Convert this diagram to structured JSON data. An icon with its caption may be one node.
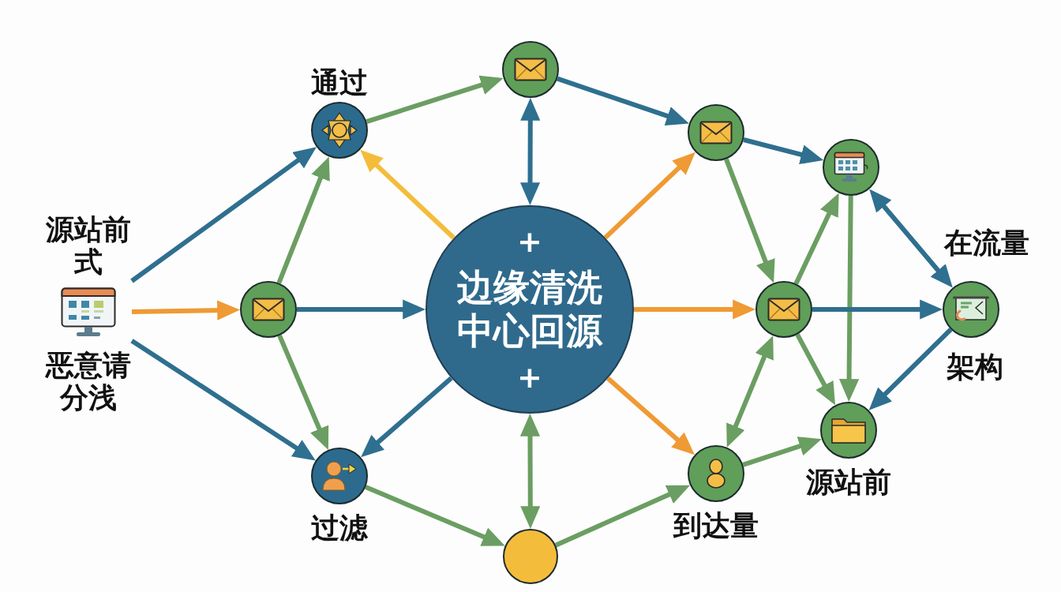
{
  "diagram": {
    "nodes": [
      {
        "text": [
          "通过"
        ]
      },
      {
        "text": [],
        "shape": "circle"
      },
      {
        "text": [],
        "shape": "circle"
      },
      {
        "text": [],
        "shape": "circle"
      },
      {
        "text": [
          "源站前式",
          "恶意请分浅"
        ]
      },
      {
        "text": [
          "在流量",
          "架构"
        ]
      },
      {
        "text": [],
        "shape": "circle"
      },
      {
        "text": [
          "+",
          "边缘清洗中心回源",
          "+"
        ]
      },
      {
        "text": [],
        "shape": "circle"
      },
      {
        "text": [
          "源站前"
        ]
      },
      {
        "text": [
          "到达量"
        ]
      },
      {
        "text": [
          "过滤"
        ]
      },
      {
        "text": [],
        "shape": "circle"
      }
    ],
    "edges": [
      {
        "from": 4,
        "to": 0,
        "arrow": "to",
        "color": "#2f6f8f"
      },
      {
        "from": 4,
        "to": 6,
        "arrow": "to",
        "color": "#ef9a34"
      },
      {
        "from": 4,
        "to": 11,
        "arrow": "to",
        "color": "#2f6f8f"
      },
      {
        "from": 6,
        "to": 0,
        "arrow": "to"
      },
      {
        "from": 6,
        "to": 7,
        "arrow": "to",
        "color": "#2f6f8f"
      },
      {
        "from": 6,
        "to": 11,
        "arrow": "to"
      },
      {
        "from": 7,
        "to": 0,
        "arrow": "to",
        "color": "#f3bd3b"
      },
      {
        "from": 0,
        "to": 1,
        "arrow": "to"
      },
      {
        "from": 1,
        "to": 7,
        "arrow": "both",
        "color": "#2f6f8f"
      },
      {
        "from": 1,
        "to": 2,
        "arrow": "to",
        "color": "#2f6f8f"
      },
      {
        "from": 7,
        "to": 2,
        "arrow": "to",
        "color": "#ef9a34"
      },
      {
        "from": 2,
        "to": 3,
        "arrow": "to",
        "color": "#2f6f8f"
      },
      {
        "from": 2,
        "to": 8,
        "arrow": "to"
      },
      {
        "from": 8,
        "to": 3,
        "arrow": "to"
      },
      {
        "from": 3,
        "to": 9,
        "arrow": "to"
      },
      {
        "from": 3,
        "to": 5,
        "arrow": "both",
        "color": "#2f6f8f"
      },
      {
        "from": 7,
        "to": 8,
        "arrow": "to",
        "color": "#ef9a34"
      },
      {
        "from": 8,
        "to": 5,
        "arrow": "to",
        "color": "#2f6f8f"
      },
      {
        "from": 8,
        "to": 9,
        "arrow": "to"
      },
      {
        "from": 5,
        "to": 9,
        "arrow": "to",
        "color": "#2f6f8f"
      },
      {
        "from": 7,
        "to": 11,
        "arrow": "to",
        "color": "#2f6f8f"
      },
      {
        "from": 7,
        "to": 10,
        "arrow": "to",
        "color": "#ef9a34"
      },
      {
        "from": 7,
        "to": 12,
        "arrow": "both"
      },
      {
        "from": 11,
        "to": 12,
        "arrow": "to"
      },
      {
        "from": 12,
        "to": 10,
        "arrow": "to"
      },
      {
        "from": 10,
        "to": 8,
        "arrow": "both"
      },
      {
        "from": 10,
        "to": 9,
        "arrow": "to"
      }
    ]
  }
}
